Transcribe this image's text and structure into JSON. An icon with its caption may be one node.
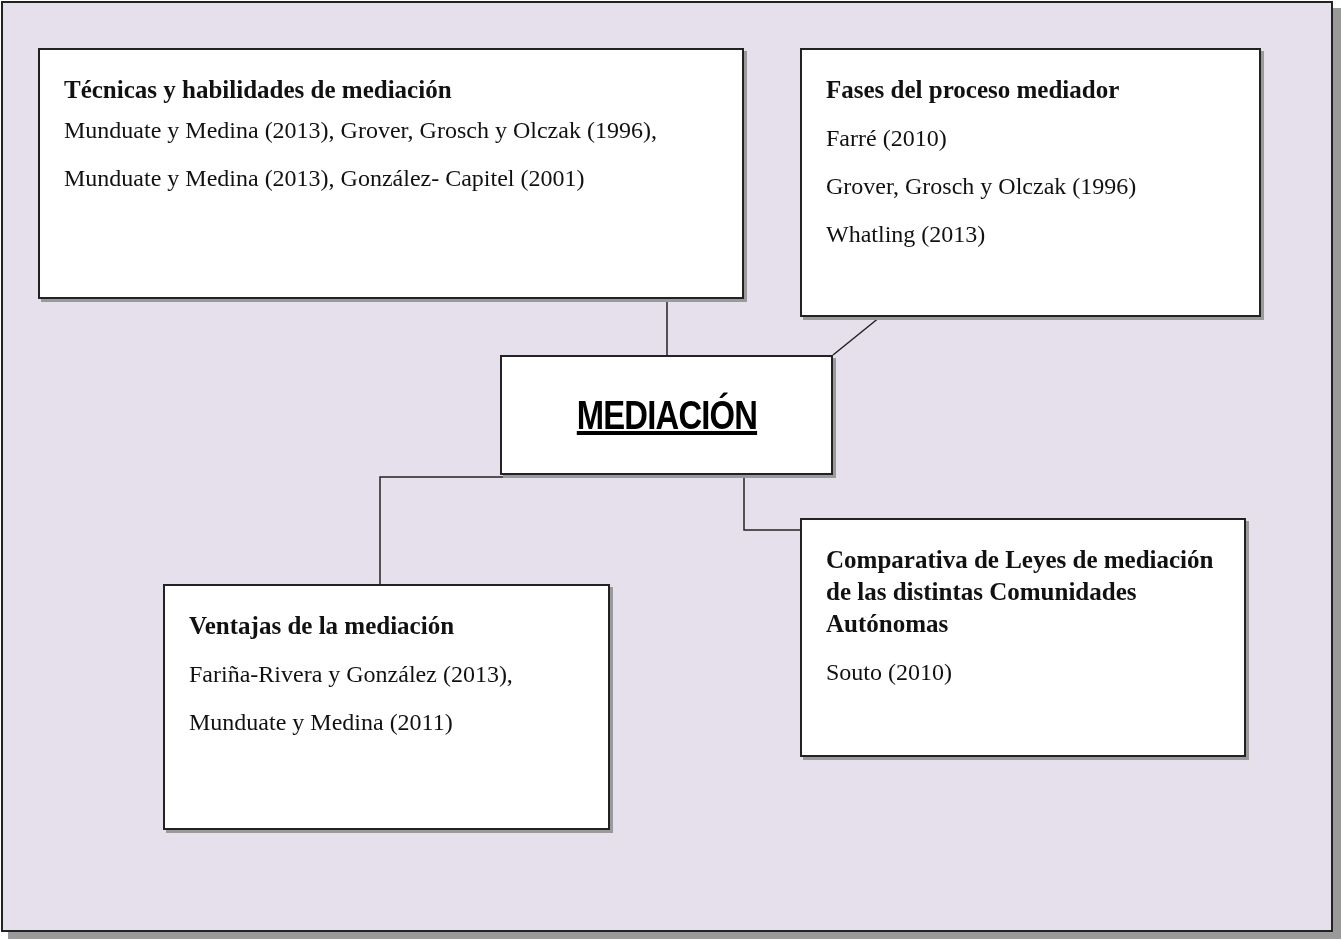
{
  "diagram": {
    "nodes": [
      {
        "text": [
          "Técnicas y habilidades de mediación",
          "Munduate y Medina (2013), Grover, Grosch y Olczak (1996), Munduate y Medina (2013), González- Capitel (2001)"
        ]
      },
      {
        "text": [
          "Fases del proceso mediador",
          "Farré (2010)",
          "Grover, Grosch y Olczak (1996)",
          "Whatling (2013)"
        ]
      },
      {
        "text": [
          "MEDIACIÓN"
        ]
      },
      {
        "text": [
          "Ventajas de la mediación",
          "Fariña-Rivera y González (2013),",
          "Munduate y Medina (2011)"
        ]
      },
      {
        "text": [
          "Comparativa de Leyes de mediación de las distintas Comunidades Autónomas",
          "Souto (2010)"
        ]
      }
    ],
    "edges": [
      {
        "from": 2,
        "to": 0,
        "arrow": "none"
      },
      {
        "from": 2,
        "to": 1,
        "arrow": "none"
      },
      {
        "from": 2,
        "to": 3,
        "arrow": "none"
      },
      {
        "from": 2,
        "to": 4,
        "arrow": "none"
      }
    ]
  }
}
